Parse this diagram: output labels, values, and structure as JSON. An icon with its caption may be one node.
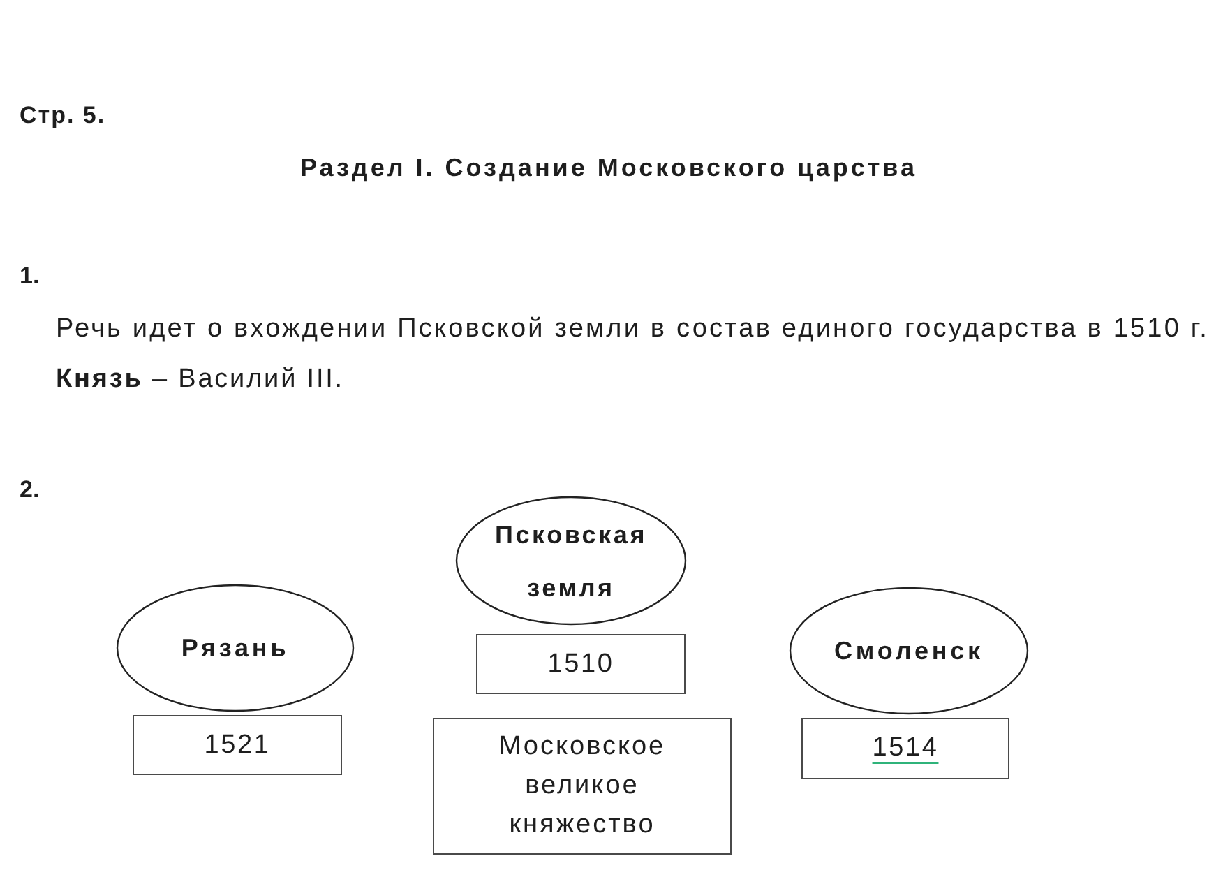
{
  "diagram": {
    "title": "Раздел I. Создание Московского царства",
    "nodes": [
      {
        "text": [
          "Псковская земля"
        ]
      },
      {
        "text": [
          "Рязань"
        ]
      },
      {
        "text": [
          "1510"
        ]
      },
      {
        "text": [
          "Смоленск"
        ]
      },
      {
        "text": [
          "1521"
        ]
      },
      {
        "text": [
          "Московское великое княжество"
        ]
      },
      {
        "text": [
          "1514"
        ]
      }
    ],
    "labels": [
      "Стр. 5.",
      "1.",
      "Речь идет о вхождении Псковской земли в состав единого государства в 1510 г.",
      "**Князь** – Василий III.",
      "2."
    ]
  }
}
